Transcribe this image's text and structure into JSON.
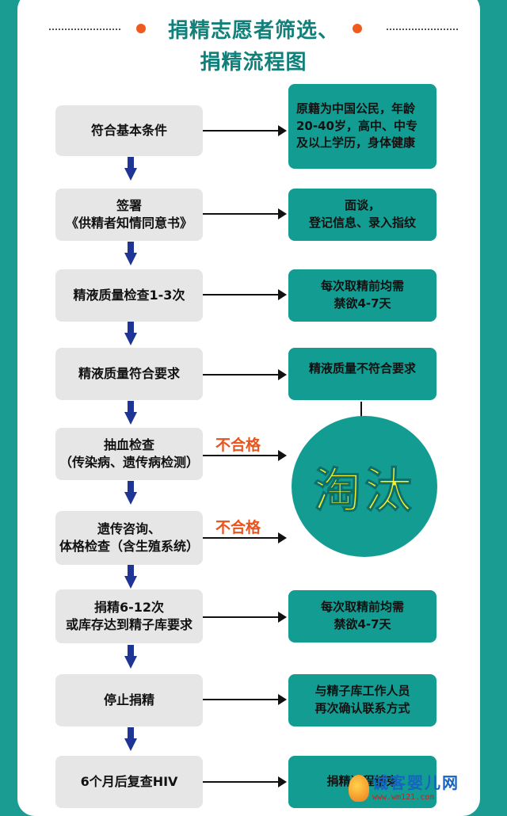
{
  "header": {
    "title_line1": "捐精志愿者筛选、",
    "title_line2": "捐精流程图"
  },
  "steps": [
    {
      "label": "符合基本条件"
    },
    {
      "label": "签署\n《供精者知情同意书》"
    },
    {
      "label": "精液质量检查1-3次"
    },
    {
      "label": "精液质量符合要求"
    },
    {
      "label": "抽血检查\n（传染病、遗传病检测）"
    },
    {
      "label": "遗传咨询、\n体格检查（含生殖系统）"
    },
    {
      "label": "捐精6-12次\n或库存达到精子库要求"
    },
    {
      "label": "停止捐精"
    },
    {
      "label": "6个月后复查HIV"
    }
  ],
  "notes": [
    {
      "text": "原籍为中国公民，年龄20-40岁，高中、中专及以上学历，身体健康"
    },
    {
      "text": "面谈，\n登记信息、录入指纹"
    },
    {
      "text": "每次取精前均需\n禁欲4-7天"
    },
    {
      "text": "精液质量不符合要求"
    },
    {
      "text": "每次取精前均需\n禁欲4-7天"
    },
    {
      "text": "与精子库工作人员\n再次确认联系方式"
    },
    {
      "text": "捐精过程结束"
    }
  ],
  "fail_label": "不合格",
  "elimination": "淘汰",
  "watermark": {
    "name": "诚客婴儿网",
    "url": "www.wm121.com"
  },
  "colors": {
    "teal": "#139c92",
    "title": "#117f7a",
    "arrow_blue": "#1f3595",
    "fail_orange": "#e8541e",
    "elimination_yellow": "#f4ee2c"
  }
}
